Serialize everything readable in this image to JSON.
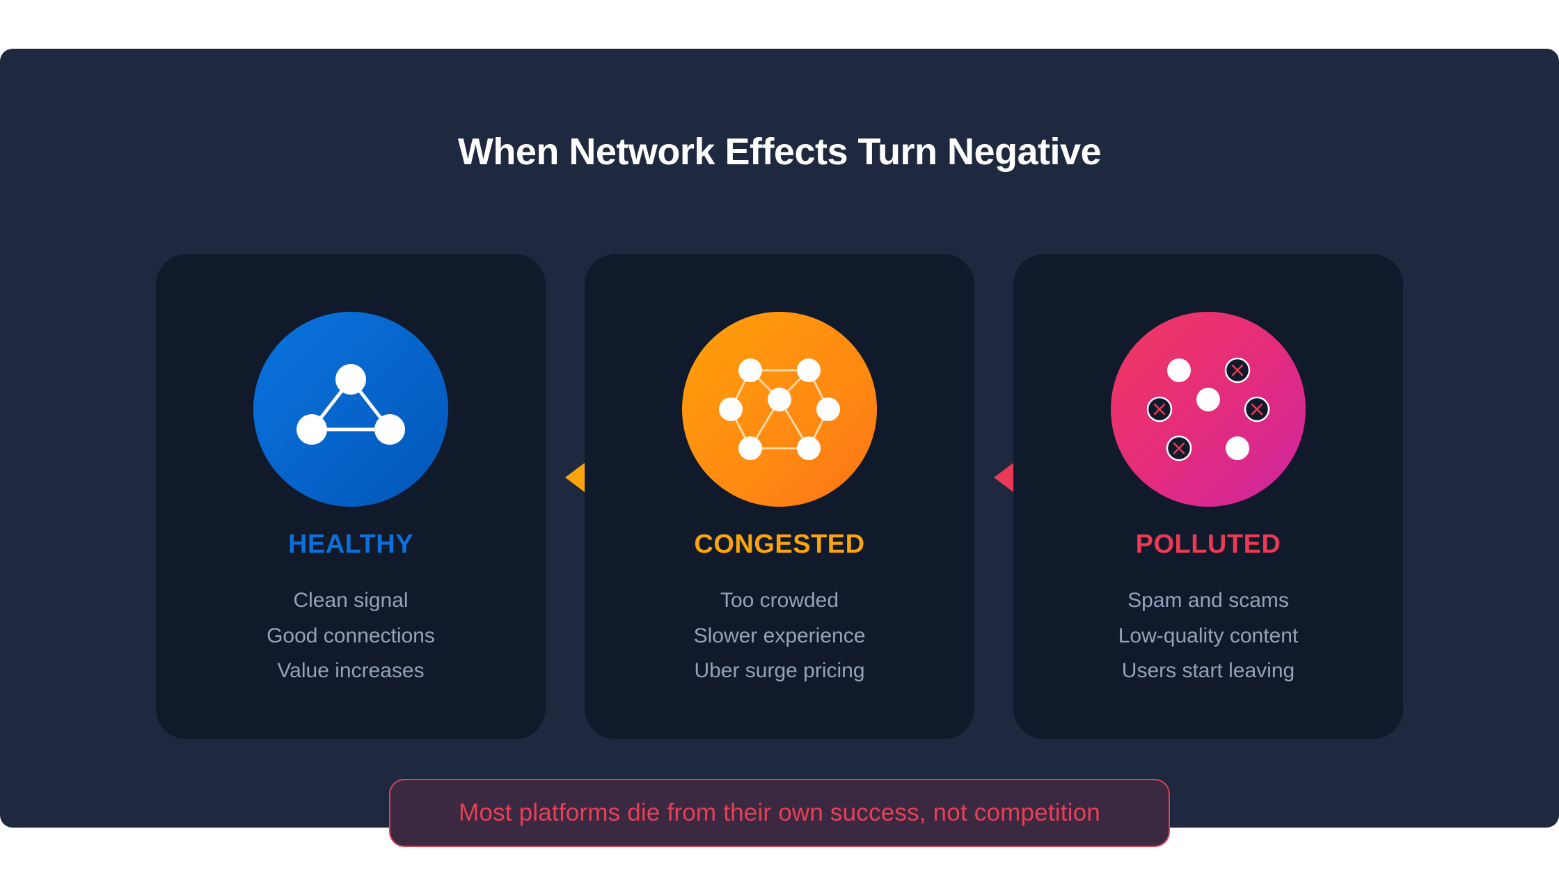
{
  "title": "When Network Effects Turn Negative",
  "colors": {
    "background": "#1e293f",
    "card": "#111a2b",
    "healthy": "#0d6fd9",
    "congested": "#fba50d",
    "polluted": "#ea3a55",
    "body_text": "#94a3b8"
  },
  "stages": [
    {
      "label": "HEALTHY",
      "icon": "network-triangle-icon",
      "points": [
        "Clean signal",
        "Good connections",
        "Value increases"
      ]
    },
    {
      "label": "CONGESTED",
      "icon": "dense-network-icon",
      "points": [
        "Too crowded",
        "Slower experience",
        "Uber surge pricing"
      ]
    },
    {
      "label": "POLLUTED",
      "icon": "broken-network-icon",
      "points": [
        "Spam and scams",
        "Low-quality content",
        "Users start leaving"
      ]
    }
  ],
  "arrows": [
    "arrow-left-icon",
    "arrow-left-icon"
  ],
  "callout": "Most platforms die from their own success, not competition"
}
